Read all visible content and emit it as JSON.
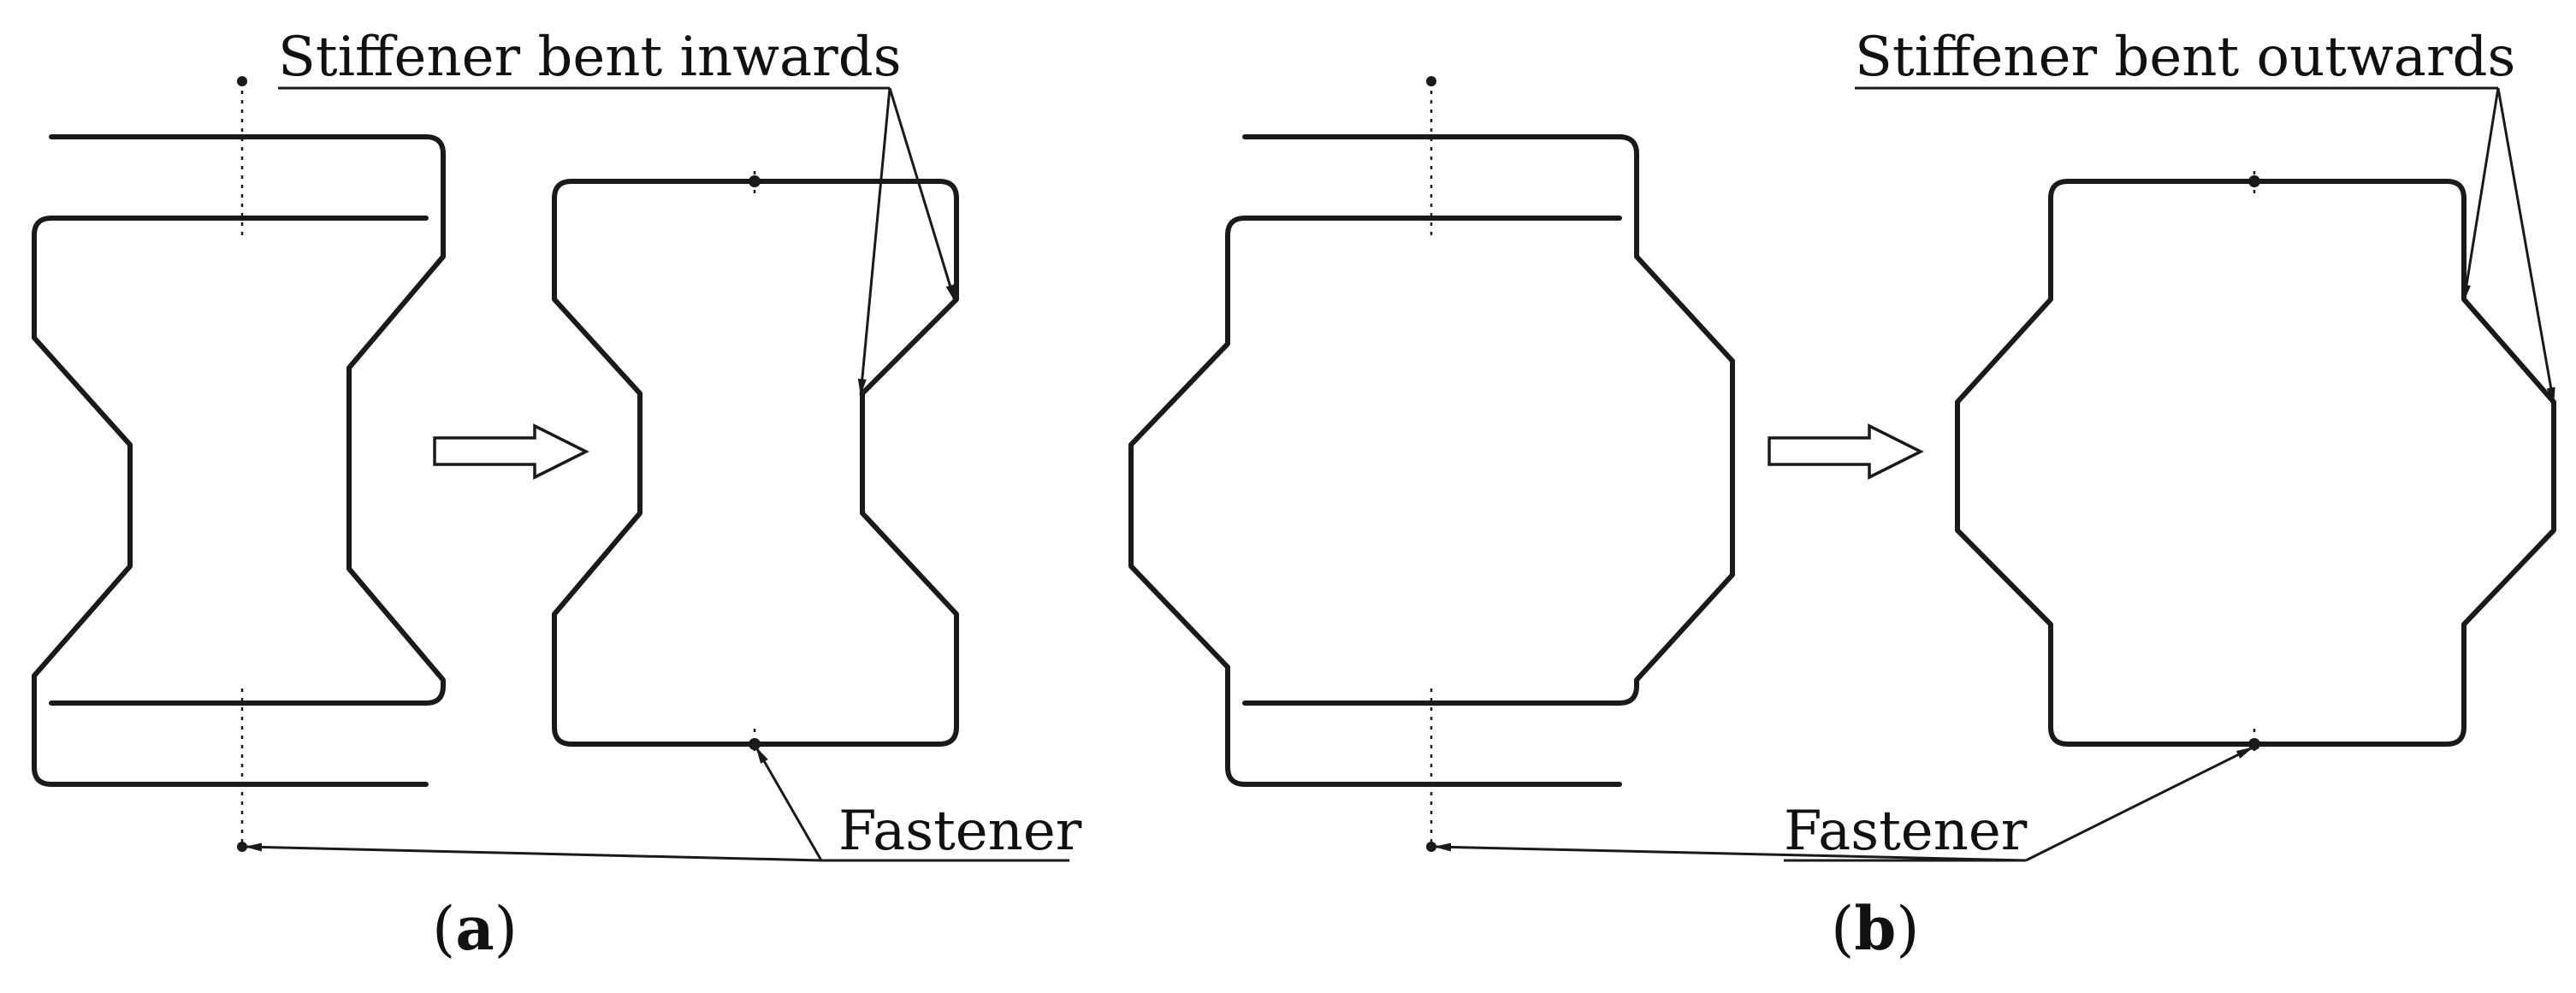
{
  "panels": [
    {
      "label_open": "(",
      "label_letter": "a",
      "label_close": ")",
      "stiffener_label": "Stiffener bent inwards",
      "fastener_label": "Fastener"
    },
    {
      "label_open": "(",
      "label_letter": "b",
      "label_close": ")",
      "stiffener_label": "Stiffener bent outwards",
      "fastener_label": "Fastener"
    }
  ]
}
